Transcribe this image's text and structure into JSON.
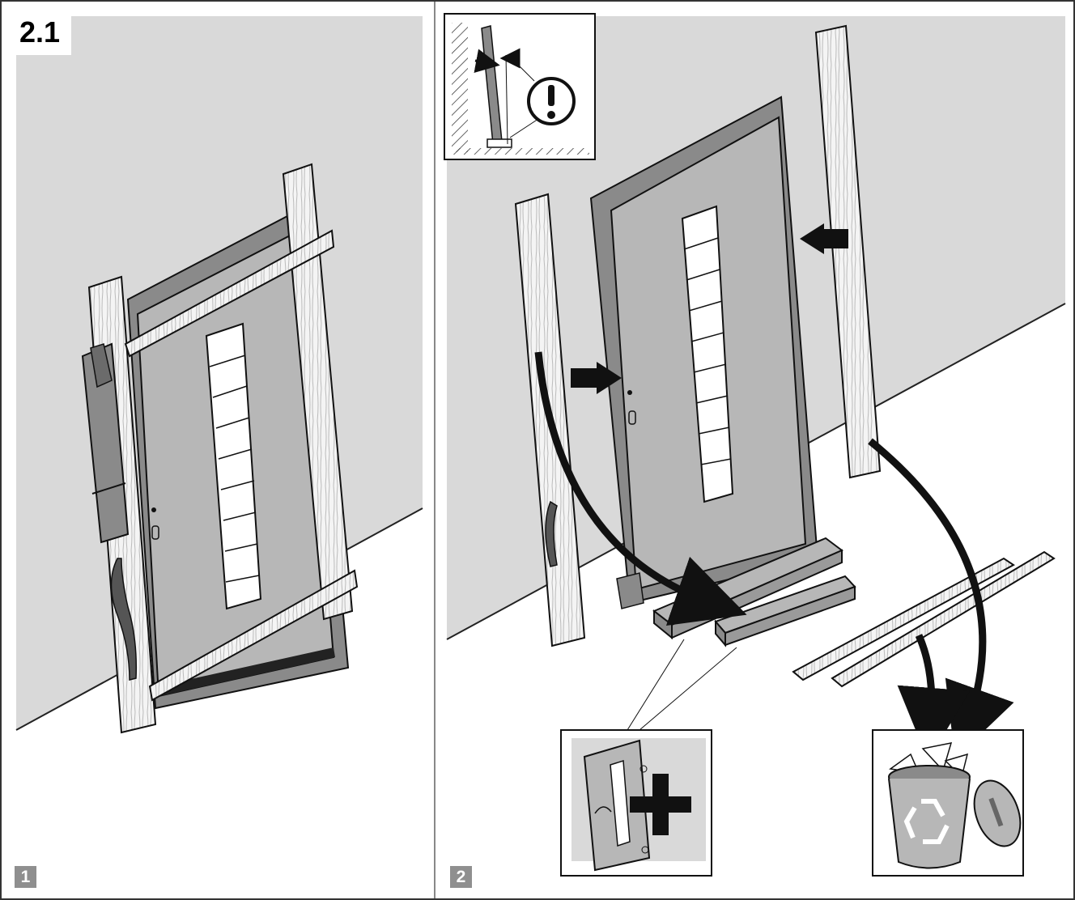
{
  "figure": {
    "section_number": "2.1",
    "steps": [
      {
        "number": "1",
        "description_icon": "door-on-transport-frame"
      },
      {
        "number": "2",
        "description_icon": "remove-transport-frame"
      }
    ],
    "icons": {
      "warning": "exclamation-warning-icon",
      "keep": "plus-icon",
      "dispose": "recycle-bin-icon"
    },
    "colors": {
      "wall": "#d9d9d9",
      "door_panel": "#b7b7b7",
      "door_frame": "#8a8a8a",
      "wood": "#f4f4f4",
      "outline": "#1a1a1a",
      "badge": "#8f8f8f"
    }
  }
}
